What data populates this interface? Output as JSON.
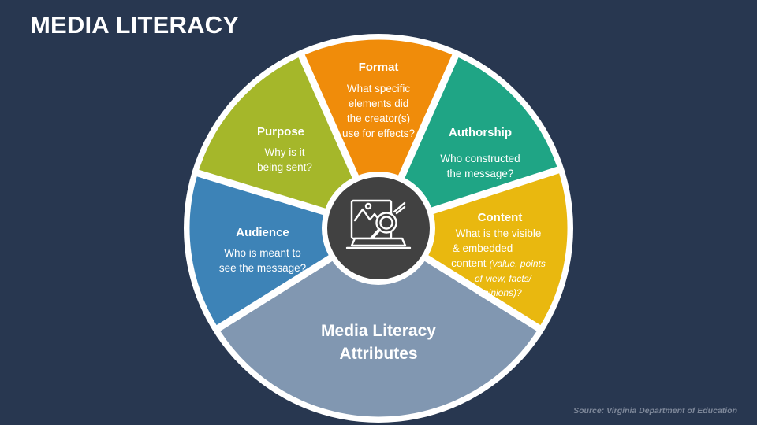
{
  "title": "MEDIA LITERACY",
  "source": "Source: Virginia Department of Education",
  "colors": {
    "background": "#283750",
    "ring": "#ffffff",
    "hub": "#414141",
    "format": "#f08c0a",
    "authorship": "#1fa585",
    "content": "#e9b80f",
    "attributes": "#8197b1",
    "audience": "#3d83b7",
    "purpose": "#a5b72a"
  },
  "center_icon": "media-search-icon",
  "segments": {
    "format": {
      "title": "Format",
      "lines": [
        "What specific",
        "elements did",
        "the creator(s)",
        "use for effects?"
      ]
    },
    "authorship": {
      "title": "Authorship",
      "lines": [
        "Who constructed",
        "the message?"
      ]
    },
    "content": {
      "title": "Content",
      "lines": [
        "What is the visible",
        "& embedded"
      ],
      "mixed_line": "content",
      "mixed_line_italic": "(value, points",
      "italic_lines": [
        "of view, facts/",
        "opinions)?"
      ]
    },
    "attributes": {
      "lines": [
        "Media Literacy",
        "Attributes"
      ]
    },
    "audience": {
      "title": "Audience",
      "lines": [
        "Who is meant to",
        "see the message?"
      ]
    },
    "purpose": {
      "title": "Purpose",
      "lines": [
        "Why is it",
        "being sent?"
      ]
    }
  }
}
